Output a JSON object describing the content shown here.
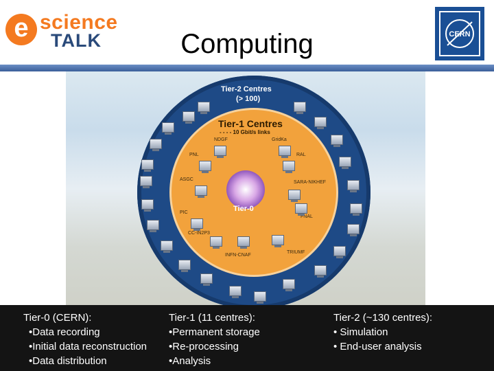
{
  "header": {
    "logo_letter": "e",
    "logo_word1": "science",
    "logo_word2": "TALK",
    "title": "Computing",
    "logo_right_text": "CERN"
  },
  "diagram": {
    "tier2_title": "Tier-2 Centres",
    "tier2_sub": "(> 100)",
    "tier1_title": "Tier-1 Centres",
    "tier1_sub": "- - - - 10 Gbit/s links",
    "tier0_label": "Tier-0",
    "nodes": [
      "NDGF",
      "GridKa",
      "PNL",
      "RAL",
      "ASGC",
      "SARA-NIKHEF",
      "PIC",
      "FNAL",
      "CC-IN2P3",
      "INFN-CNAF",
      "TRIUMF"
    ]
  },
  "footer": {
    "col1": {
      "head": "Tier-0 (CERN):",
      "items": [
        "•Data recording",
        "•Initial data reconstruction",
        "•Data distribution"
      ]
    },
    "col2": {
      "head": "Tier-1 (11 centres):",
      "items": [
        "•Permanent storage",
        "•Re-processing",
        "•Analysis"
      ]
    },
    "col3": {
      "head": "Tier-2  (~130 centres):",
      "items": [
        "• Simulation",
        "• End-user analysis"
      ]
    }
  },
  "colors": {
    "accent_orange": "#f47a20",
    "navy": "#1e4a86",
    "core_orange": "#f2a23c",
    "footer_bg": "#141414"
  }
}
